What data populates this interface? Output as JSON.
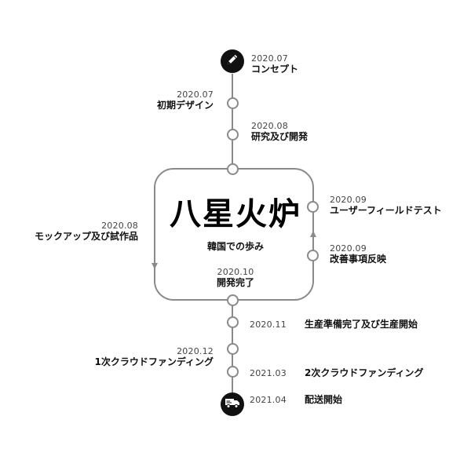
{
  "title": "八星火炉",
  "subtitle": "韓国での歩み",
  "milestones": [
    {
      "date": "2020.07",
      "label": "コンセプト"
    },
    {
      "date": "2020.07",
      "label": "初期デザイン"
    },
    {
      "date": "2020.08",
      "label": "研究及び開発"
    },
    {
      "date": "2020.08",
      "label": "モックアップ及び試作品"
    },
    {
      "date": "2020.09",
      "label": "ユーザーフィールドテスト"
    },
    {
      "date": "2020.09",
      "label": "改善事項反映"
    },
    {
      "date": "2020.10",
      "label": "開発完了"
    },
    {
      "date": "2020.11",
      "label": "生産準備完了及び生産開始"
    },
    {
      "date": "2020.12",
      "label": "1次クラウドファンディング"
    },
    {
      "date": "2021.03",
      "label": "2次クラウドファンディング"
    },
    {
      "date": "2021.04",
      "label": "配送開始"
    }
  ],
  "icons": {
    "start": "pencil-icon",
    "end": "truck-icon"
  },
  "colors": {
    "line": "#8a8a8a",
    "node_fill": "#ffffff",
    "dark": "#111111"
  }
}
